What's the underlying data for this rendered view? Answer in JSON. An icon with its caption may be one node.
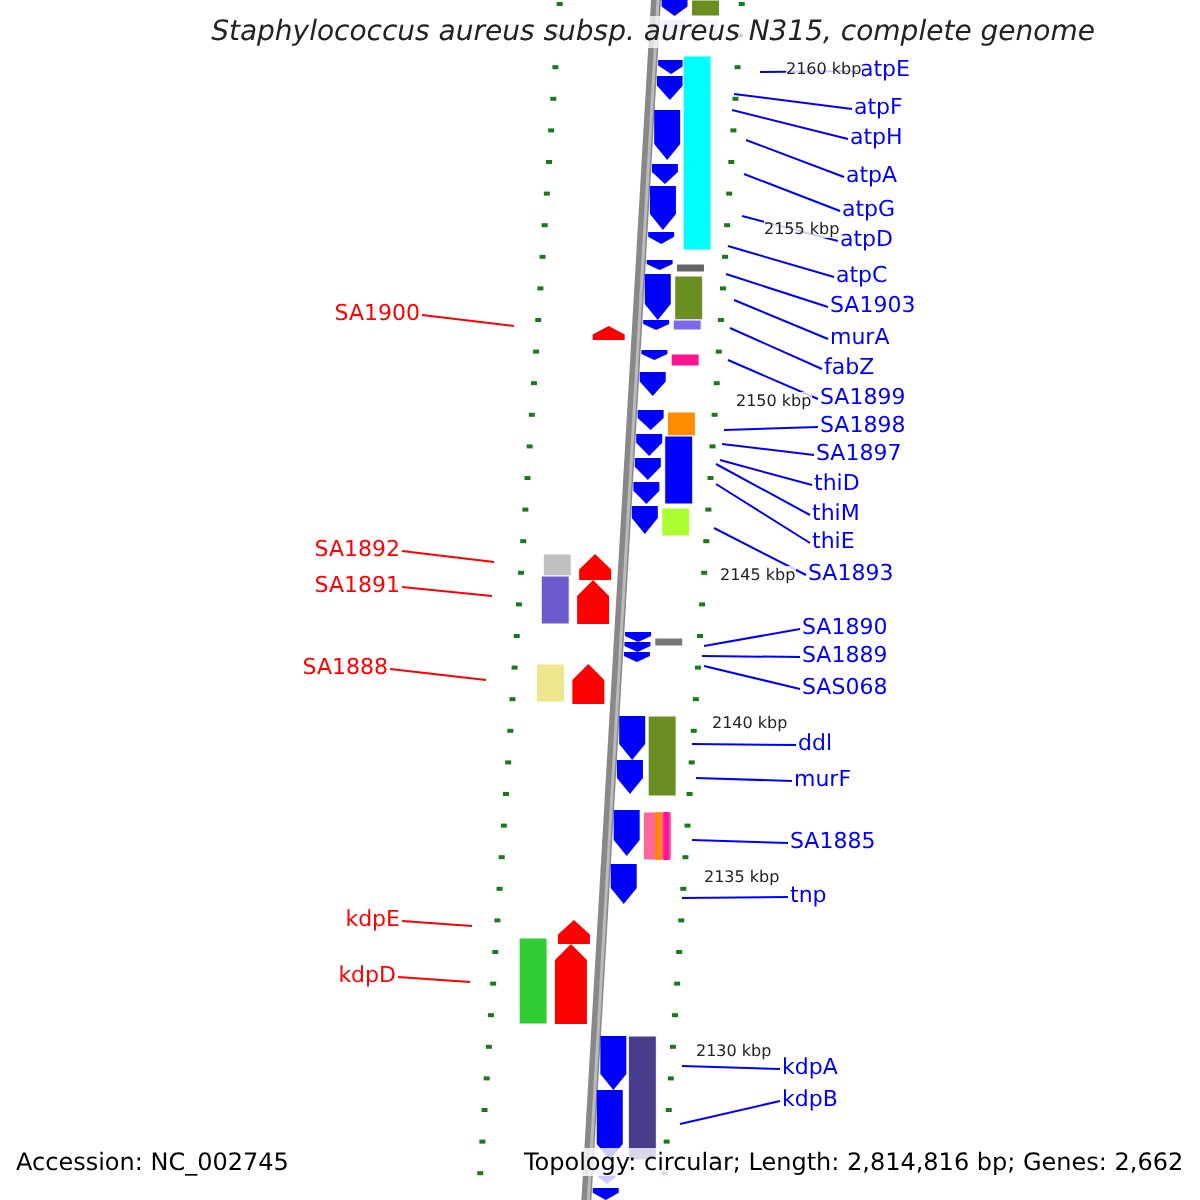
{
  "diagram": {
    "title": "Staphylococcus aureus subsp. aureus N315, complete genome",
    "nodes": [
      {
        "text": [
          "atpE"
        ]
      },
      {
        "text": [
          "atpF"
        ]
      },
      {
        "text": [
          "atpH"
        ]
      },
      {
        "text": [
          "atpA"
        ]
      },
      {
        "text": [
          "atpG"
        ]
      },
      {
        "text": [
          "atpD"
        ]
      },
      {
        "text": [
          "atpC"
        ]
      },
      {
        "text": [
          "SA1903"
        ]
      },
      {
        "text": [
          "SA1900"
        ]
      },
      {
        "text": [
          "murA"
        ]
      },
      {
        "text": [
          "fabZ"
        ]
      },
      {
        "text": [
          "SA1899"
        ]
      },
      {
        "text": [
          "SA1898"
        ]
      },
      {
        "text": [
          "SA1897"
        ]
      },
      {
        "text": [
          "thiD"
        ]
      },
      {
        "text": [
          "thiM"
        ]
      },
      {
        "text": [
          "thiE"
        ]
      },
      {
        "text": [
          "SA1892"
        ]
      },
      {
        "text": [
          "SA1893"
        ]
      },
      {
        "text": [
          "SA1891"
        ]
      },
      {
        "text": [
          "SA1890"
        ]
      },
      {
        "text": [
          "SA1889"
        ]
      },
      {
        "text": [
          "SA1888"
        ]
      },
      {
        "text": [
          "SAS068"
        ]
      },
      {
        "text": [
          "ddl"
        ]
      },
      {
        "text": [
          "murF"
        ]
      },
      {
        "text": [
          "SA1885"
        ]
      },
      {
        "text": [
          "tnp"
        ]
      },
      {
        "text": [
          "kdpE"
        ]
      },
      {
        "text": [
          "kdpD"
        ]
      },
      {
        "text": [
          "kdpA"
        ]
      },
      {
        "text": [
          "kdpB"
        ]
      }
    ],
    "edges": [
      {
        "from": 0,
        "to": null,
        "arrow": "none"
      },
      {
        "from": 1,
        "to": null,
        "arrow": "none"
      },
      {
        "from": 2,
        "to": null,
        "arrow": "none"
      },
      {
        "from": 3,
        "to": null,
        "arrow": "none"
      },
      {
        "from": 4,
        "to": null,
        "arrow": "none"
      },
      {
        "from": 5,
        "to": null,
        "arrow": "none"
      },
      {
        "from": 6,
        "to": null,
        "arrow": "none"
      },
      {
        "from": 7,
        "to": null,
        "arrow": "none"
      },
      {
        "from": 8,
        "to": null,
        "arrow": "none",
        "color": "#ff0000"
      },
      {
        "from": 9,
        "to": null,
        "arrow": "none"
      },
      {
        "from": 10,
        "to": null,
        "arrow": "none"
      },
      {
        "from": 11,
        "to": null,
        "arrow": "none"
      },
      {
        "from": 12,
        "to": null,
        "arrow": "none"
      },
      {
        "from": 13,
        "to": null,
        "arrow": "none"
      },
      {
        "from": 14,
        "to": null,
        "arrow": "none"
      },
      {
        "from": 15,
        "to": null,
        "arrow": "none"
      },
      {
        "from": 16,
        "to": null,
        "arrow": "none"
      },
      {
        "from": 17,
        "to": null,
        "arrow": "none",
        "color": "#ff0000"
      },
      {
        "from": 18,
        "to": null,
        "arrow": "none"
      },
      {
        "from": 19,
        "to": null,
        "arrow": "none",
        "color": "#ff0000"
      },
      {
        "from": 20,
        "to": null,
        "arrow": "none"
      },
      {
        "from": 21,
        "to": null,
        "arrow": "none"
      },
      {
        "from": 22,
        "to": null,
        "arrow": "none",
        "color": "#ff0000"
      },
      {
        "from": 23,
        "to": null,
        "arrow": "none"
      },
      {
        "from": 24,
        "to": null,
        "arrow": "none"
      },
      {
        "from": 25,
        "to": null,
        "arrow": "none"
      },
      {
        "from": 26,
        "to": null,
        "arrow": "none"
      },
      {
        "from": 27,
        "to": null,
        "arrow": "none"
      },
      {
        "from": 28,
        "to": null,
        "arrow": "none",
        "color": "#ff0000"
      },
      {
        "from": 29,
        "to": null,
        "arrow": "none",
        "color": "#ff0000"
      },
      {
        "from": 30,
        "to": null,
        "arrow": "none"
      },
      {
        "from": 31,
        "to": null,
        "arrow": "none"
      }
    ],
    "labels": [
      "2160 kbp",
      "2155 kbp",
      "2150 kbp",
      "2145 kbp",
      "2140 kbp",
      "2135 kbp",
      "2130 kbp",
      "Accession: NC_002745",
      "Topology: circular; Length: 2,814,816 bp; Genes: 2,662"
    ]
  }
}
